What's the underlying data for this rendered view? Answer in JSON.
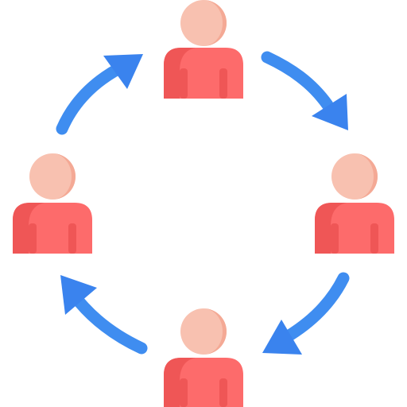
{
  "icon": {
    "people": [
      {
        "name": "person-top"
      },
      {
        "name": "person-right"
      },
      {
        "name": "person-bottom"
      },
      {
        "name": "person-left"
      }
    ],
    "arrows": [
      {
        "name": "arrow-top-right",
        "direction": "clockwise"
      },
      {
        "name": "arrow-bottom-right",
        "direction": "clockwise"
      },
      {
        "name": "arrow-bottom-left",
        "direction": "clockwise"
      },
      {
        "name": "arrow-top-left",
        "direction": "clockwise"
      }
    ],
    "colors": {
      "head": "#f8c1b0",
      "head_shade": "#f4a995",
      "body": "#fd6b6b",
      "body_shade": "#ef5656",
      "arrow": "#3f8df0",
      "arrow_head": "#3a83ee"
    }
  }
}
